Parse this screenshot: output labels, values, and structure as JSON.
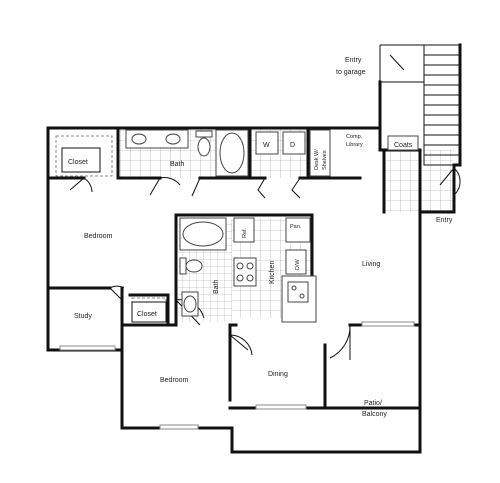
{
  "rooms": {
    "entry_garage": "Entry\nto garage",
    "closet_top": "Closet",
    "bath_top": "Bath",
    "comp_library": "Comp.\nLibrary",
    "coats": "Coats",
    "bedroom_left": "Bedroom",
    "study": "Study",
    "closet_mid": "Closet",
    "bath_mid": "Bath",
    "kitchen": "Kitchen",
    "living": "Living",
    "entry": "Entry",
    "bedroom_bottom": "Bedroom",
    "dining": "Dining",
    "patio": "Patio/\nBalcony"
  },
  "fixtures": {
    "washer": "W",
    "dryer": "D",
    "desk": "Desk W/\nShelves",
    "ref": "Ref.",
    "pan": "Pan.",
    "dw": "D/W"
  },
  "colors": {
    "wall": "#111111",
    "tile": "#9a9a9a",
    "fixture": "#444444",
    "window": "#888888"
  }
}
